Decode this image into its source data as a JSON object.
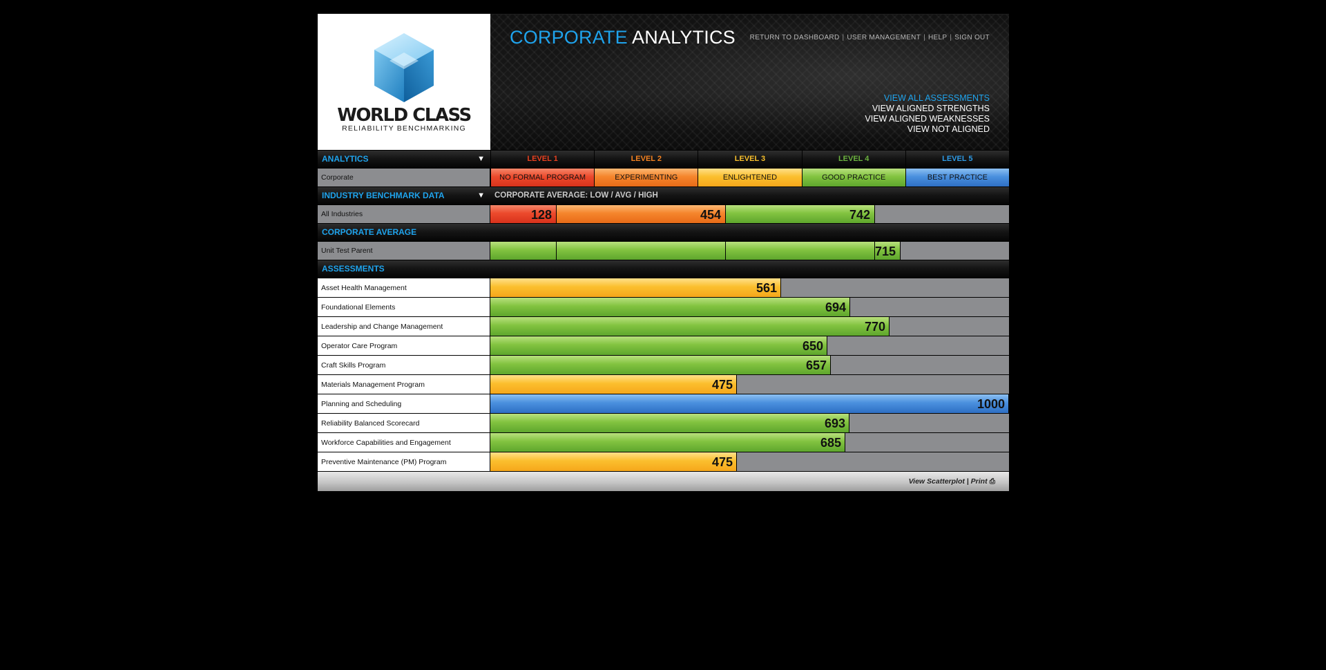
{
  "logo": {
    "title": "WORLD CLASS",
    "subtitle": "RELIABILITY BENCHMARKING"
  },
  "header": {
    "title_part1": "CORPORATE",
    "title_part2": "ANALYTICS",
    "nav": [
      "RETURN TO DASHBOARD",
      "USER MANAGEMENT",
      "HELP",
      "SIGN OUT"
    ],
    "view_links": [
      "VIEW ALL ASSESSMENTS",
      "VIEW ALIGNED STRENGTHS",
      "VIEW ALIGNED WEAKNESSES",
      "VIEW NOT ALIGNED"
    ]
  },
  "analytics": {
    "label": "ANALYTICS",
    "row_label": "Corporate",
    "levels": [
      {
        "label": "LEVEL 1",
        "name": "NO FORMAL PROGRAM",
        "color": "#e8401f"
      },
      {
        "label": "LEVEL 2",
        "name": "EXPERIMENTING",
        "color": "#f58220"
      },
      {
        "label": "LEVEL 3",
        "name": "ENLIGHTENED",
        "color": "#f9c02c"
      },
      {
        "label": "LEVEL 4",
        "name": "GOOD PRACTICE",
        "color": "#6cb33f"
      },
      {
        "label": "LEVEL 5",
        "name": "BEST PRACTICE",
        "color": "#2e9be6"
      }
    ]
  },
  "industry": {
    "label": "INDUSTRY BENCHMARK DATA",
    "subtitle": "CORPORATE AVERAGE: LOW / AVG / HIGH",
    "row_label": "All Industries",
    "low": "128",
    "avg": "454",
    "high": "742"
  },
  "corporate_average": {
    "label": "CORPORATE AVERAGE",
    "row_label": "Unit Test Parent",
    "value": "715"
  },
  "assessments": {
    "label": "ASSESSMENTS",
    "items": [
      {
        "name": "Asset Health Management",
        "score": "561"
      },
      {
        "name": "Foundational Elements",
        "score": "694"
      },
      {
        "name": "Leadership and Change Management",
        "score": "770"
      },
      {
        "name": "Operator Care Program",
        "score": "650"
      },
      {
        "name": "Craft Skills Program",
        "score": "657"
      },
      {
        "name": "Materials Management Program",
        "score": "475"
      },
      {
        "name": "Planning and Scheduling",
        "score": "1000"
      },
      {
        "name": "Reliability Balanced Scorecard",
        "score": "693"
      },
      {
        "name": "Workforce Capabilities and Engagement",
        "score": "685"
      },
      {
        "name": "Preventive Maintenance (PM) Program",
        "score": "475"
      }
    ]
  },
  "footer": {
    "scatter_label": "View Scatterplot",
    "separator": "|",
    "print_label": "Print",
    "print_icon": "printer-icon"
  }
}
